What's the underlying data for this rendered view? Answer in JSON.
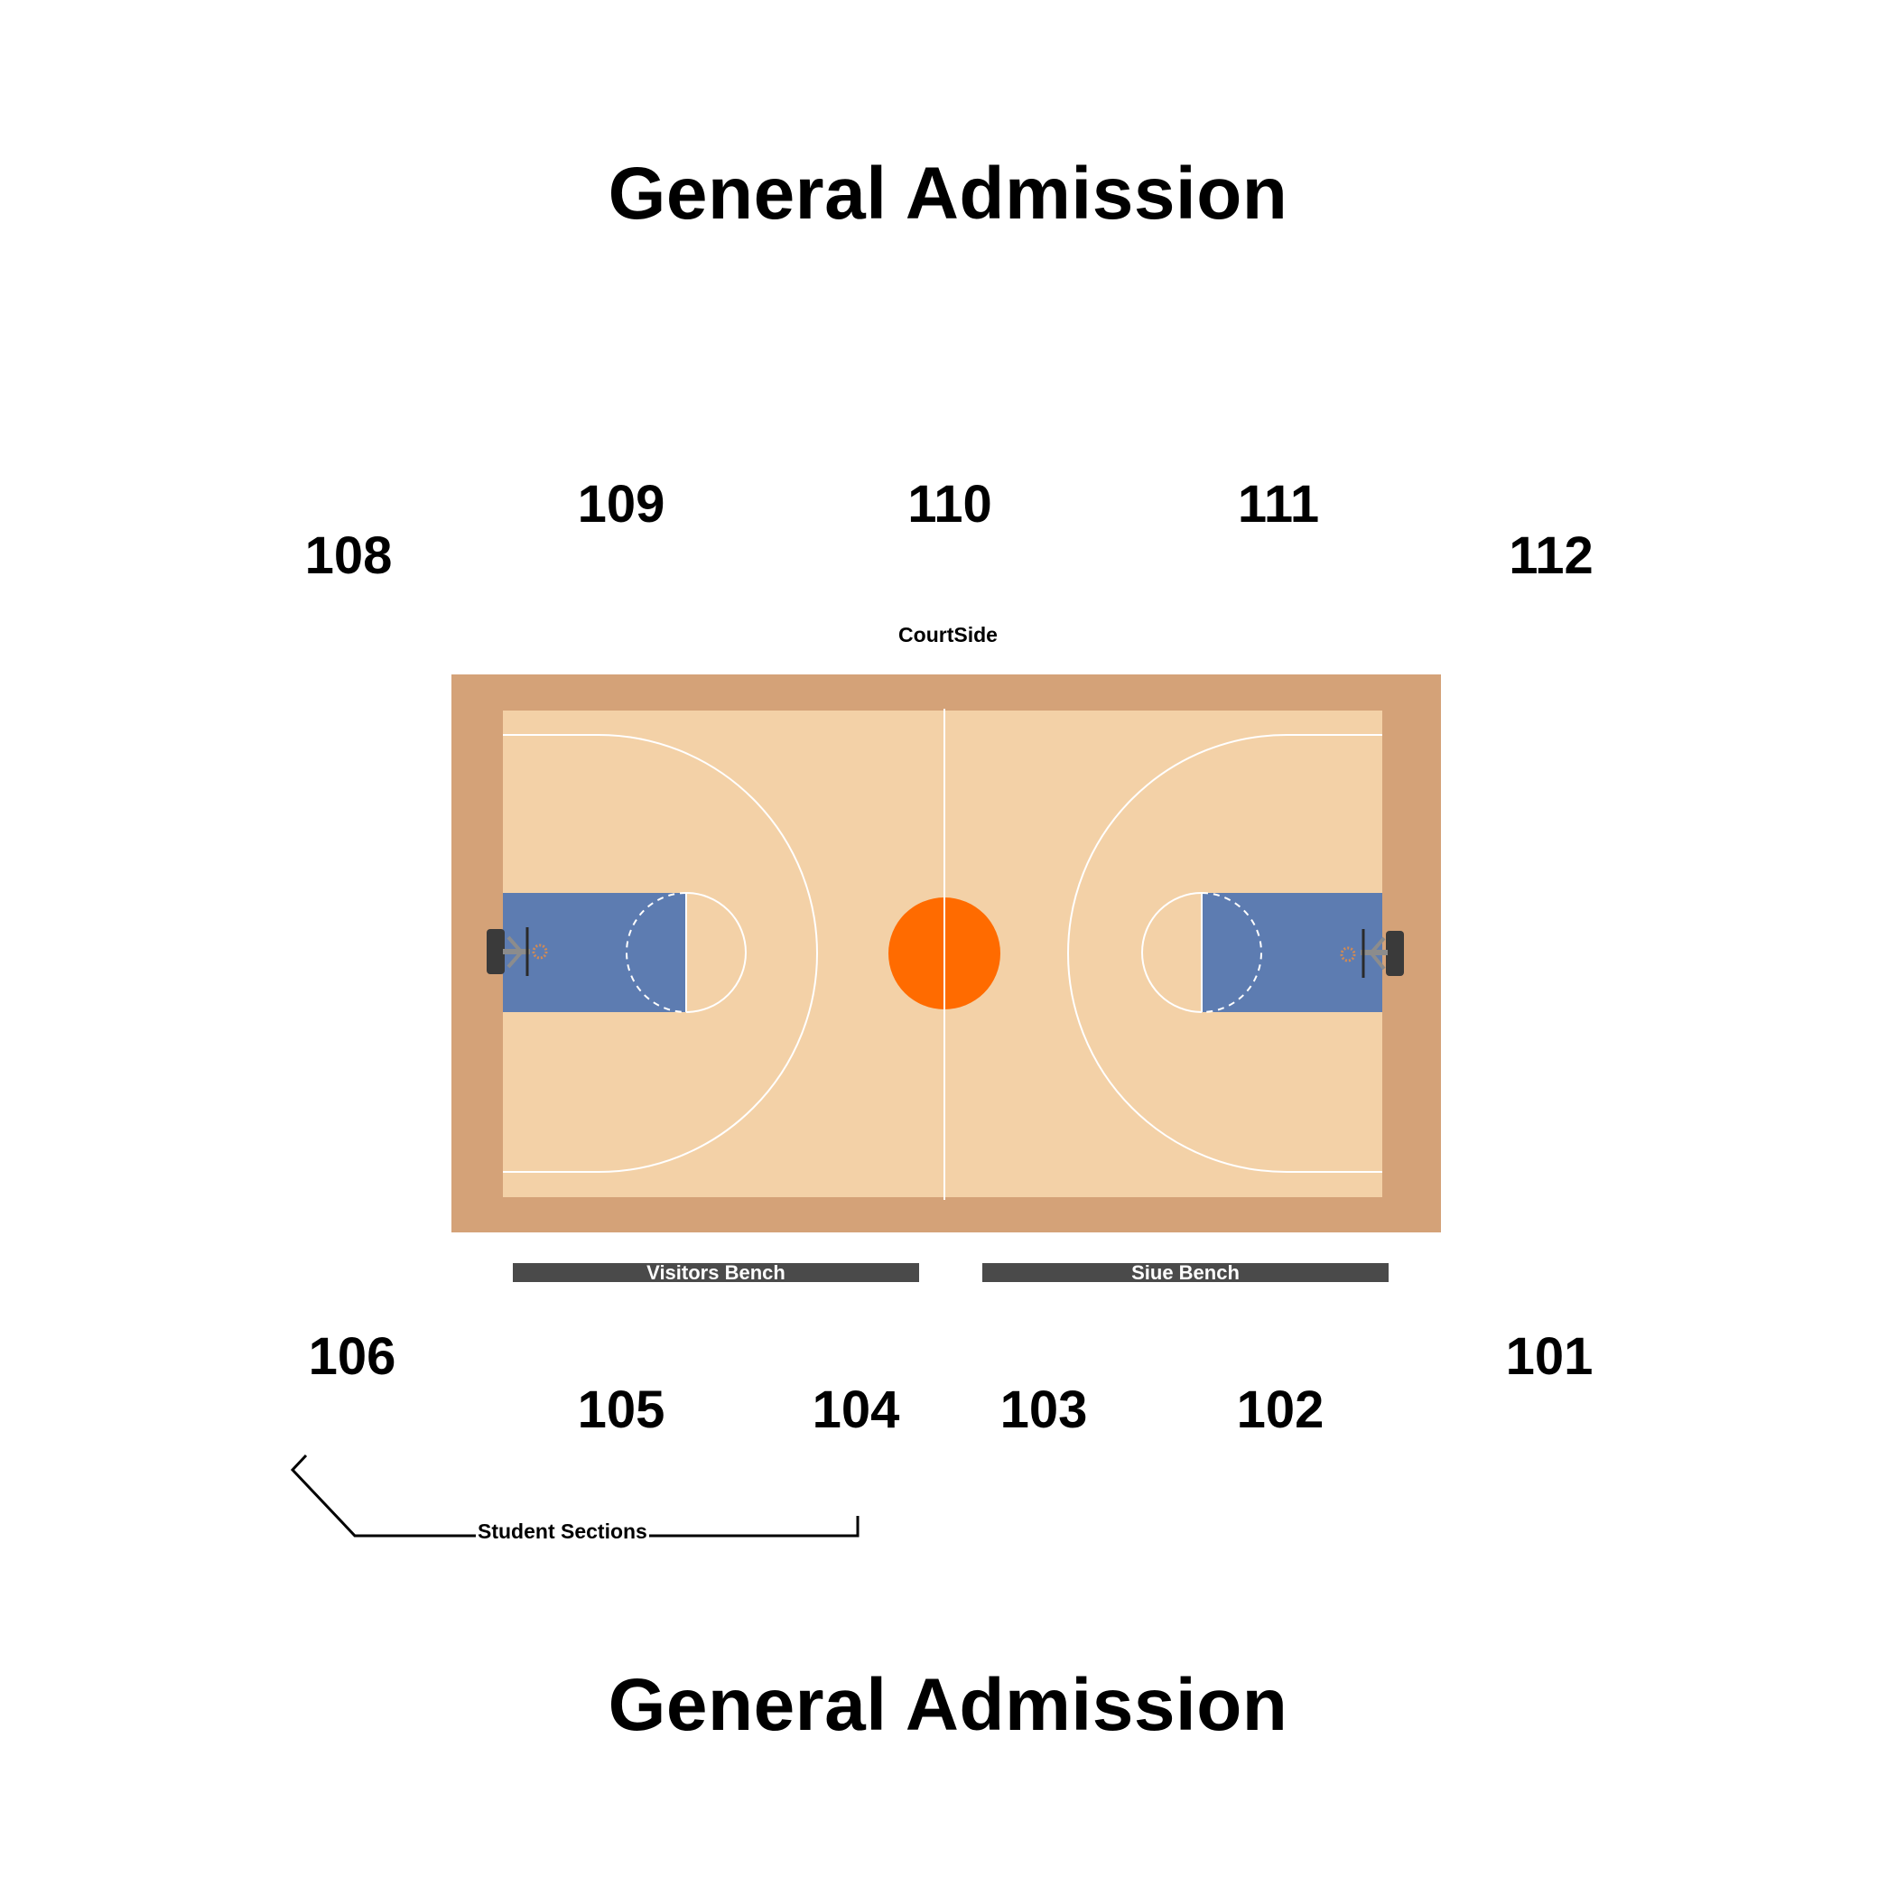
{
  "title_top": "General Admission",
  "title_bottom": "General Admission",
  "sections": {
    "s101": "101",
    "s102": "102",
    "s103": "103",
    "s104": "104",
    "s105": "105",
    "s106": "106",
    "s108": "108",
    "s109": "109",
    "s110": "110",
    "s111": "111",
    "s112": "112"
  },
  "courtside_label": "CourtSide",
  "benches": {
    "visitors": "Visitors Bench",
    "home": "Siue Bench"
  },
  "student_sections_label": "Student Sections",
  "colors": {
    "court_border": "#d4a278",
    "court_floor": "#f3d1a7",
    "paint": "#5d7cb1",
    "center_circle": "#ff6b00",
    "bench": "#4a4a4a",
    "lines": "#ffffff"
  }
}
